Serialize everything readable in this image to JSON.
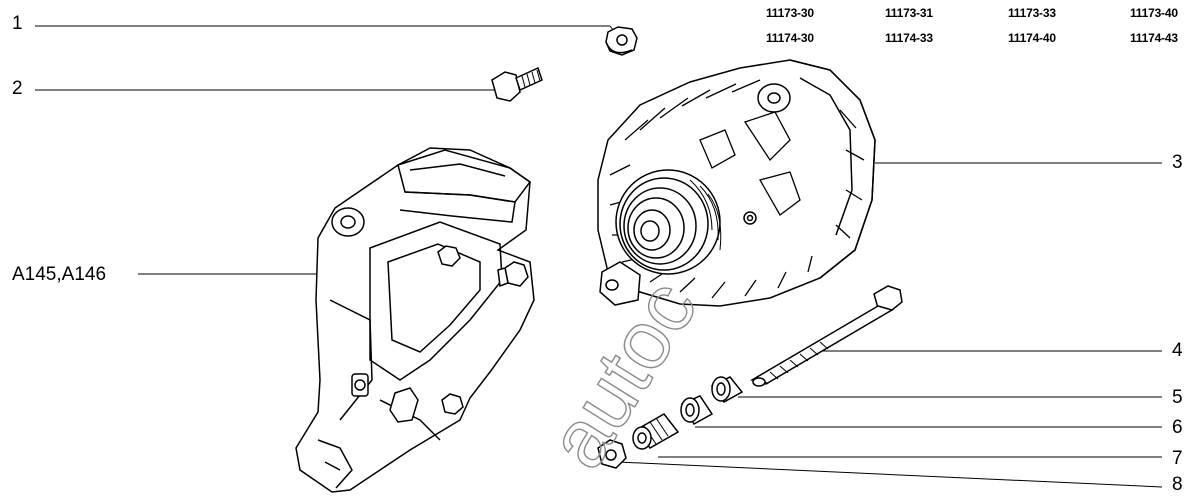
{
  "models_row1": [
    "11173-30",
    "11173-31",
    "11173-33",
    "11173-40"
  ],
  "models_row2": [
    "11174-30",
    "11174-33",
    "11174-40",
    "11174-43"
  ],
  "callouts": {
    "c1": "1",
    "c2": "2",
    "c3": "3",
    "c4": "4",
    "c5": "5",
    "c6": "6",
    "c7": "7",
    "c8": "8",
    "bracket": "A145,A146"
  },
  "watermark": "autoc"
}
